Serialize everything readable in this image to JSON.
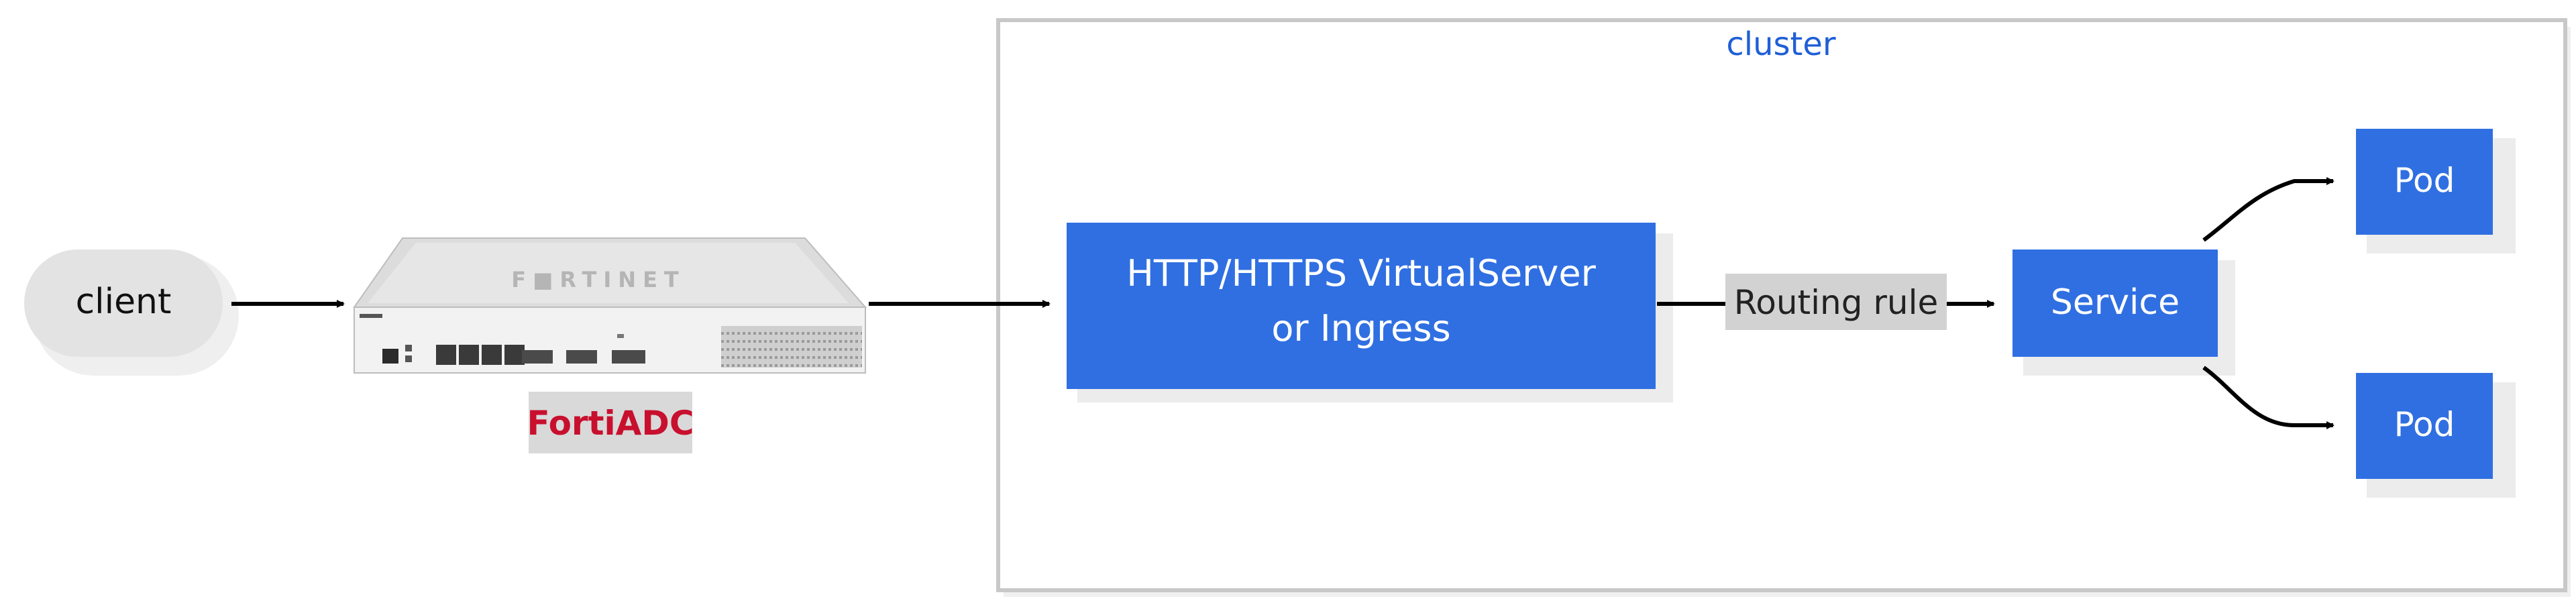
{
  "nodes": {
    "client": "client",
    "device_brand": "F■RTINET",
    "device_caption": "FortiADC",
    "cluster": "cluster",
    "virtualserver_line1": "HTTP/HTTPS VirtualServer",
    "virtualserver_line2": "or Ingress",
    "routing_rule": "Routing rule",
    "service": "Service",
    "pod_top": "Pod",
    "pod_bottom": "Pod"
  },
  "colors": {
    "box_fill": "#306fe2",
    "box_text": "#ffffff",
    "cluster_label": "#1f5fd6",
    "cluster_border": "#c8c8c8",
    "client_fill": "#e3e3e3",
    "routing_fill": "#d2d2d2",
    "caption_fill": "#d9d9d9",
    "caption_text": "#c8102e",
    "arrow": "#000000",
    "shadow": "#ececec"
  }
}
